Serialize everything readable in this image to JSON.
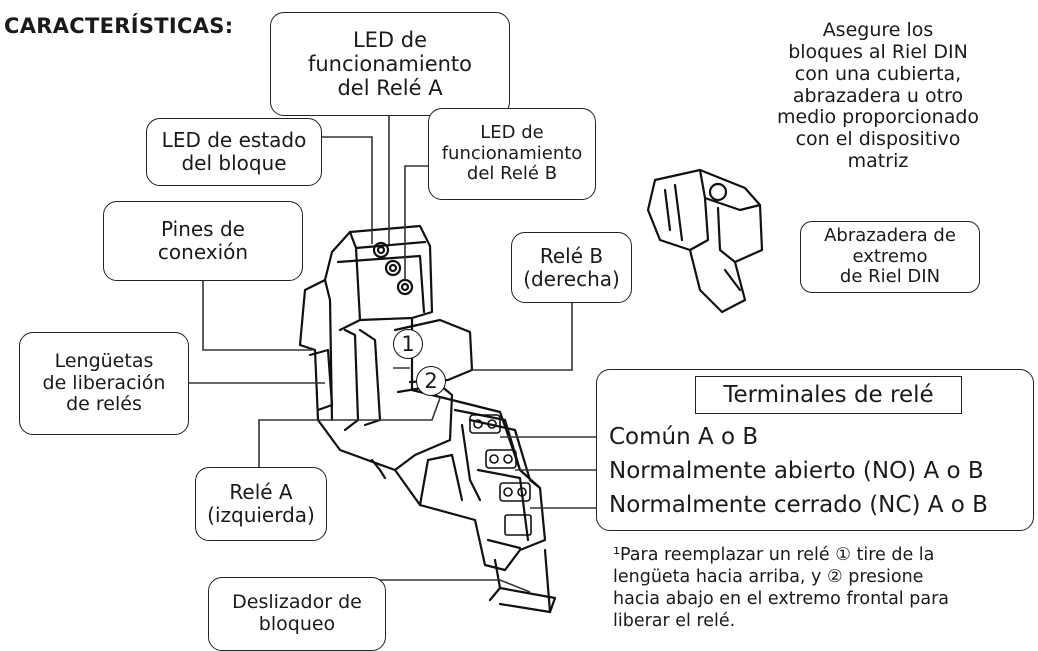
{
  "heading": "CARACTERÍSTICAS:",
  "callouts": {
    "led_relay_a": "LED de\nfuncionamiento\ndel Relé A",
    "led_block_status": "LED de estado\ndel bloque",
    "led_relay_b": "LED de\nfuncionamiento\ndel Relé B",
    "connection_pins": "Pines de\nconexión",
    "relay_b": "Relé B\n(derecha)",
    "release_tabs": "Lengüetas\nde liberación\nde relés",
    "relay_a": "Relé A\n(izquierda)",
    "lock_slider": "Deslizador de\nbloqueo",
    "din_clamp": "Abrazadera de\nextremo\nde Riel DIN"
  },
  "din_note": "Asegure los\nbloques al Riel DIN\ncon una cubierta,\nabrazadera u otro\nmedio proporcionado\ncon el dispositivo\nmatriz",
  "terminals": {
    "title": "Terminales de relé",
    "lines": [
      "Común A o B",
      "Normalmente abierto (NO) A o B",
      "Normalmente cerrado (NC) A o B"
    ]
  },
  "markers": [
    "1",
    "2"
  ],
  "footnote": "¹Para reemplazar un relé ① tire de la\nlengüeta hacia arriba, y ② presione\nhacia abajo en el extremo frontal para\nliberar el relé."
}
